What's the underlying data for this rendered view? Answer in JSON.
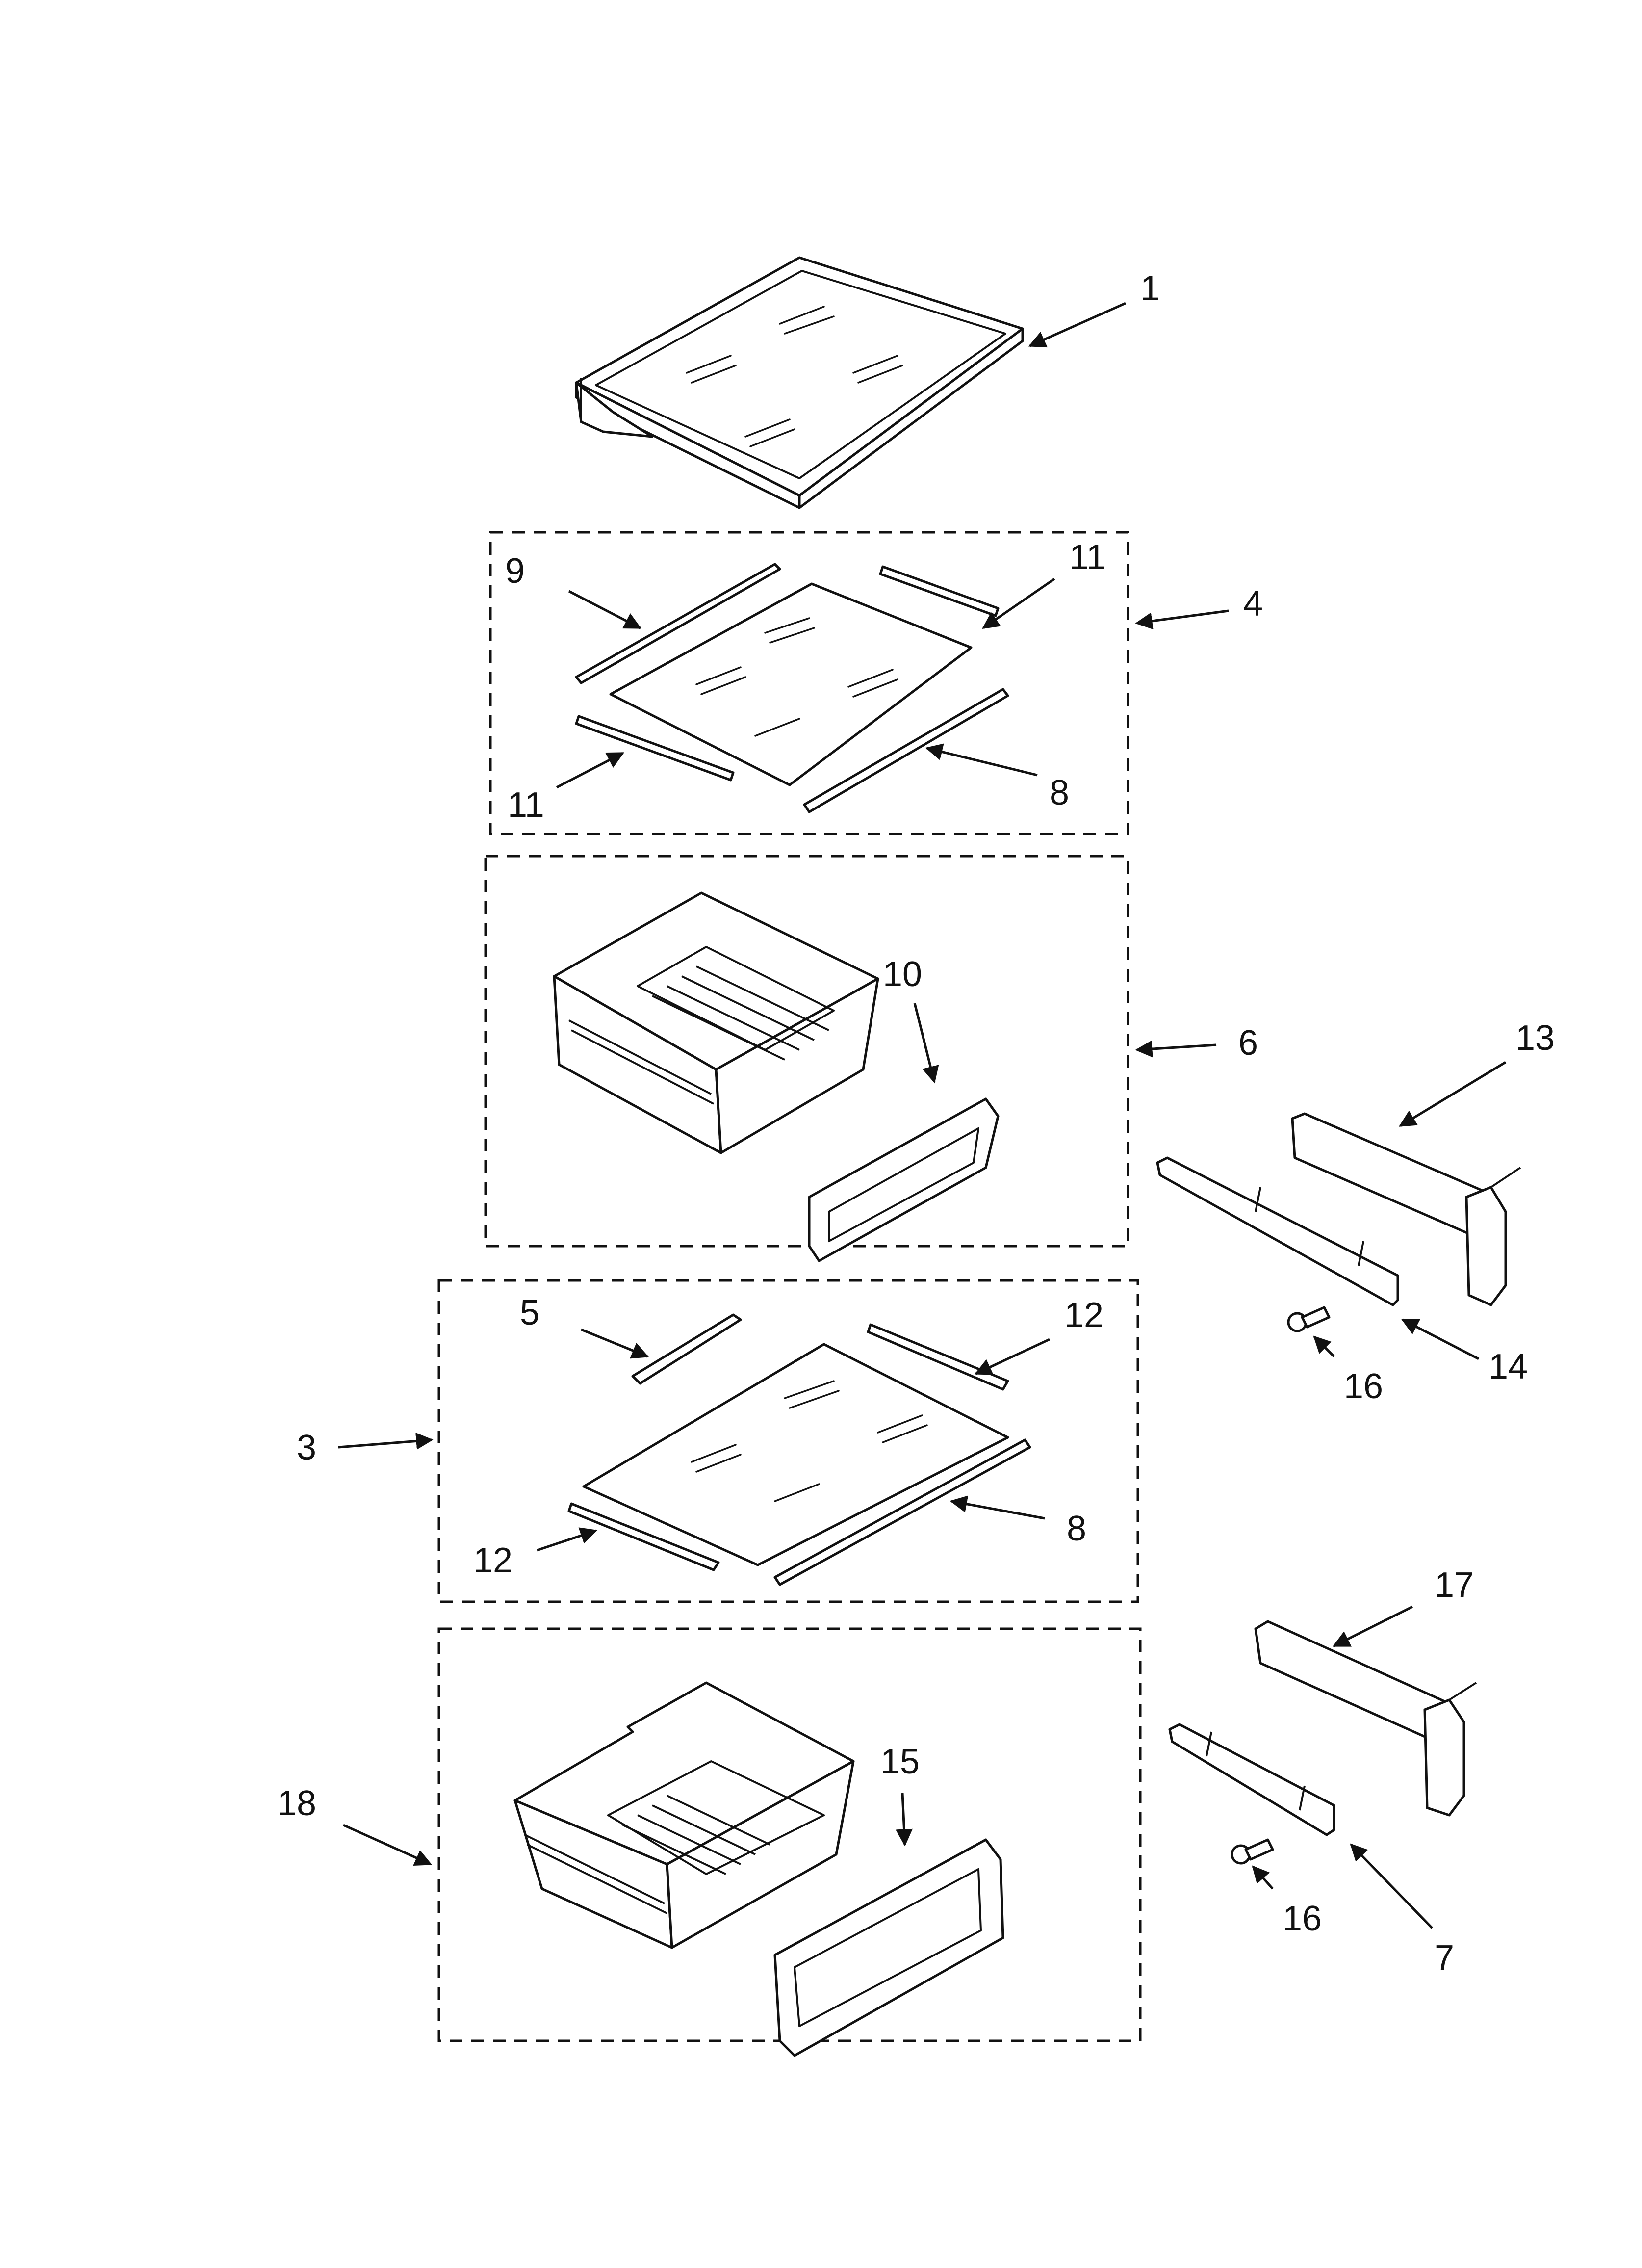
{
  "diagram": {
    "callouts": [
      {
        "id": "c1",
        "label": "1"
      },
      {
        "id": "c4",
        "label": "4"
      },
      {
        "id": "c9",
        "label": "9"
      },
      {
        "id": "c11a",
        "label": "11"
      },
      {
        "id": "c11b",
        "label": "11"
      },
      {
        "id": "c8a",
        "label": "8"
      },
      {
        "id": "c10",
        "label": "10"
      },
      {
        "id": "c6",
        "label": "6"
      },
      {
        "id": "c13",
        "label": "13"
      },
      {
        "id": "c14",
        "label": "14"
      },
      {
        "id": "c16a",
        "label": "16"
      },
      {
        "id": "c5",
        "label": "5"
      },
      {
        "id": "c12a",
        "label": "12"
      },
      {
        "id": "c3",
        "label": "3"
      },
      {
        "id": "c12b",
        "label": "12"
      },
      {
        "id": "c8b",
        "label": "8"
      },
      {
        "id": "c15",
        "label": "15"
      },
      {
        "id": "c18",
        "label": "18"
      },
      {
        "id": "c17",
        "label": "17"
      },
      {
        "id": "c16b",
        "label": "16"
      },
      {
        "id": "c7",
        "label": "7"
      }
    ]
  }
}
